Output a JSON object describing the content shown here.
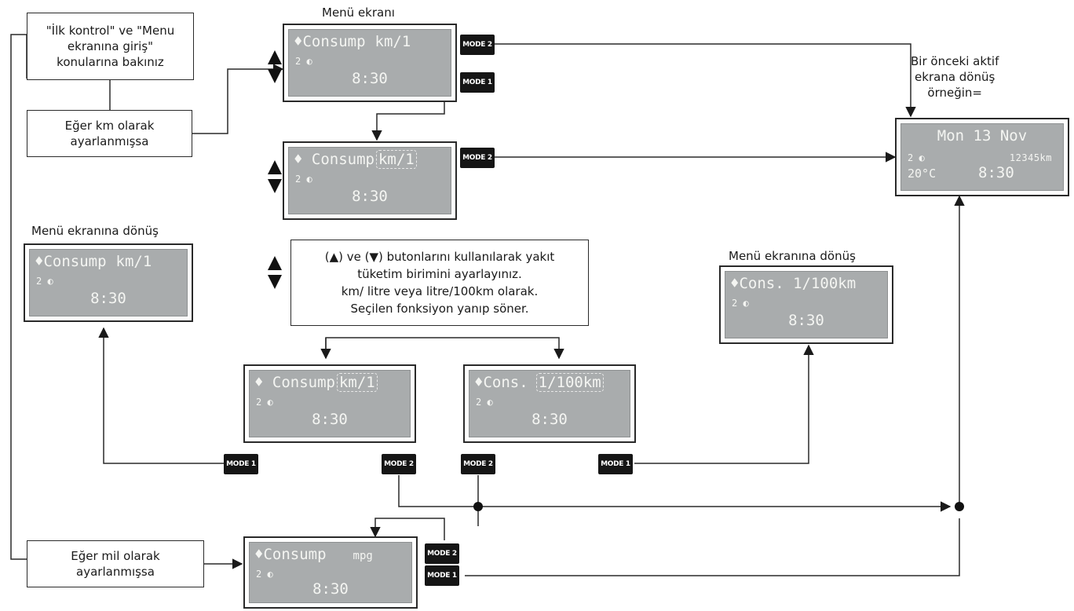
{
  "notes": {
    "first_check": "\"İlk kontrol\" ve \"Menu\nekranına giriş\"\nkonularına bakınız",
    "if_km": "Eğer km olarak\nayarlanmışsa",
    "if_mile": "Eğer mil olarak\nayarlanmışsa",
    "instructions": "(▲) ve (▼) butonlarını kullanılarak yakıt\ntüketim birimini ayarlayınız.\nkm/ litre veya litre/100km olarak.\nSeçilen fonksiyon yanıp söner."
  },
  "captions": {
    "menu_screen": "Menü ekranı",
    "previous_screen": "Bir önceki aktif\nekrana dönüş\nörneğin=",
    "return_menu_left": "Menü ekranına dönüş",
    "return_menu_right": "Menü ekranına dönüş"
  },
  "screens": {
    "menu": {
      "l1": "♦Consump",
      "unit": "km/1",
      "l2": "2 ◐",
      "l3": "8:30"
    },
    "select": {
      "l1": "♦ Consump",
      "unit": "km/1",
      "l2": "2 ◐",
      "l3": "8:30"
    },
    "return_left": {
      "l1": "♦Consump",
      "unit": "km/1",
      "l2": "2 ◐",
      "l3": "8:30"
    },
    "flash_km": {
      "l1": "♦ Consump",
      "unit": "km/1",
      "l2": "2 ◐",
      "l3": "8:30"
    },
    "flash_l100": {
      "l1": "♦Cons.",
      "unit": "1/100km",
      "l2": "2 ◐",
      "l3": "8:30"
    },
    "return_right": {
      "l1": "♦Cons. 1/100km",
      "l2": "2 ◐",
      "l3": "8:30"
    },
    "mpg": {
      "l1": "♦Consump",
      "unit": "mpg",
      "l2": "2 ◐",
      "l3": "8:30"
    },
    "previous": {
      "l1": "Mon 13 Nov",
      "l2": "2 ◐",
      "odo": "12345km",
      "temp": "20°C",
      "clock": "8:30"
    }
  },
  "buttons": {
    "mode1": "MODE 1",
    "mode2": "MODE 2"
  },
  "icons": {
    "updown": "up-down-arrows-icon"
  },
  "colors": {
    "lcd_bg": "#a9acad",
    "lcd_text": "#f4f5f2",
    "button_bg": "#151515",
    "line": "#2a2a2a"
  }
}
